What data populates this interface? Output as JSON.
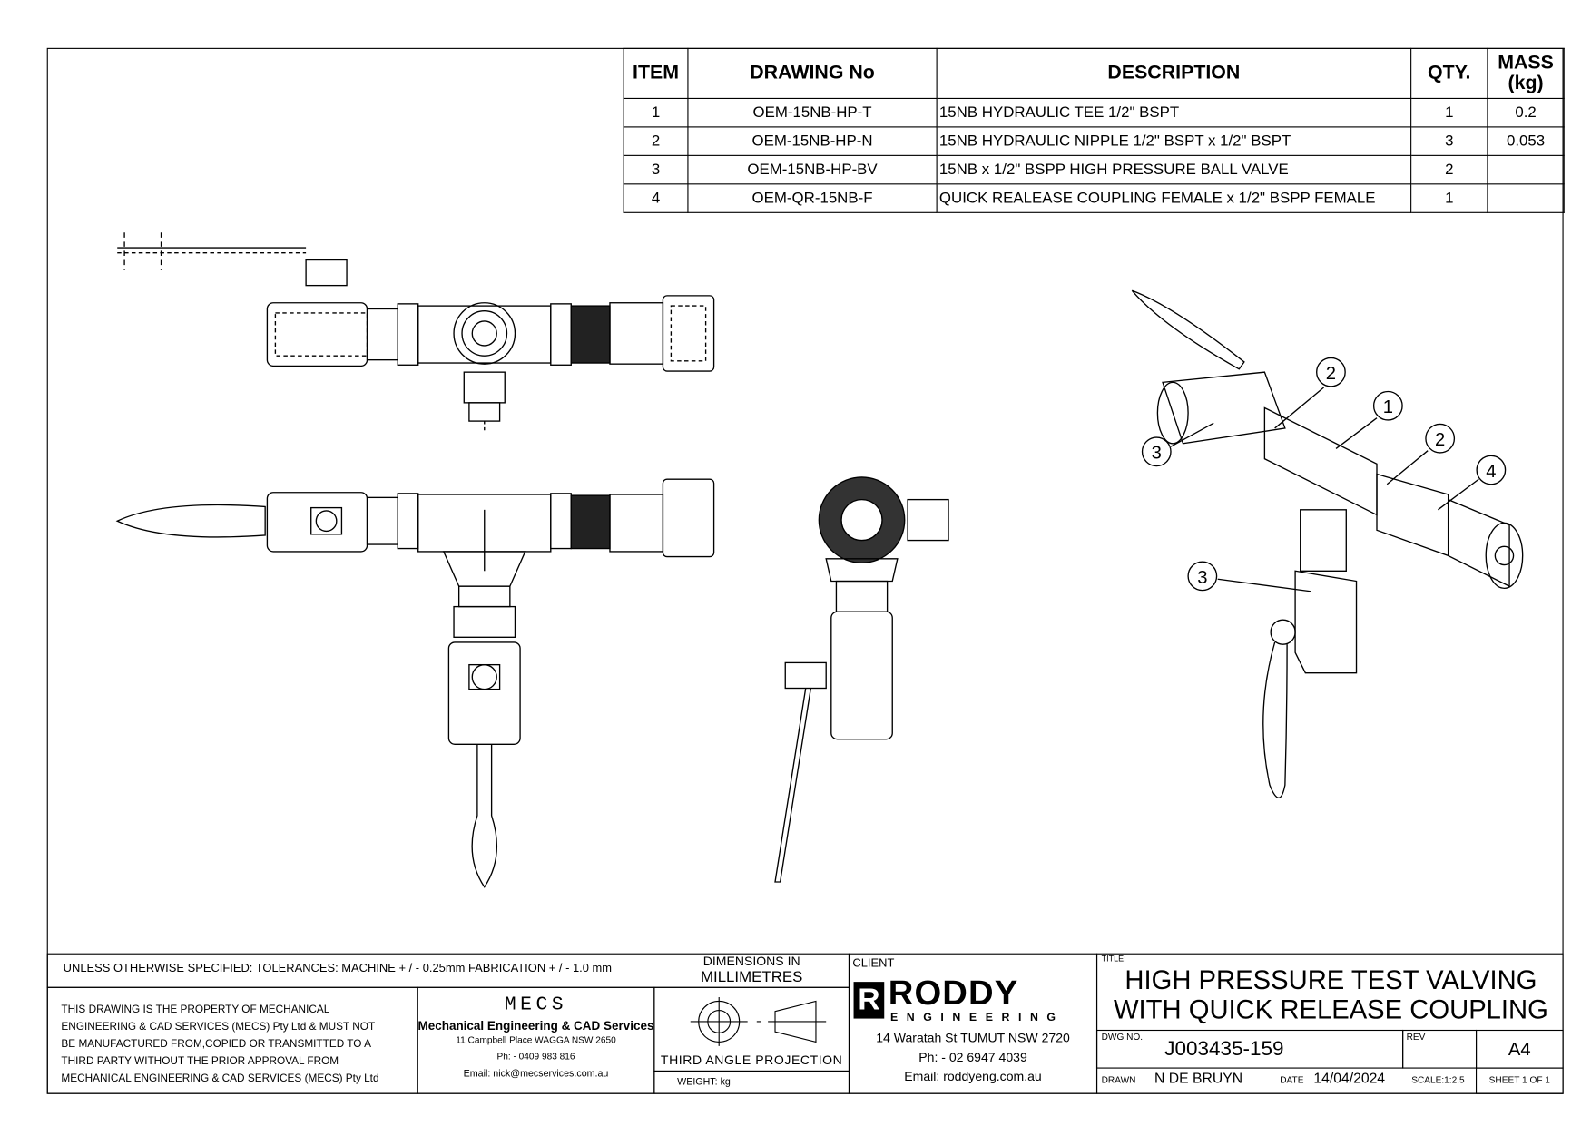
{
  "bom": {
    "headers": {
      "item": "ITEM",
      "drawing_no": "DRAWING No",
      "description": "DESCRIPTION",
      "qty": "QTY.",
      "mass": "MASS (kg)"
    },
    "rows": [
      {
        "item": "1",
        "drawing_no": "OEM-15NB-HP-T",
        "description": "15NB HYDRAULIC TEE 1/2\" BSPT",
        "qty": "1",
        "mass": "0.2"
      },
      {
        "item": "2",
        "drawing_no": "OEM-15NB-HP-N",
        "description": "15NB HYDRAULIC NIPPLE 1/2\" BSPT x 1/2\" BSPT",
        "qty": "3",
        "mass": "0.053"
      },
      {
        "item": "3",
        "drawing_no": "OEM-15NB-HP-BV",
        "description": "15NB x 1/2\" BSPP HIGH PRESSURE BALL VALVE",
        "qty": "2",
        "mass": ""
      },
      {
        "item": "4",
        "drawing_no": "OEM-QR-15NB-F",
        "description": "QUICK REALEASE COUPLING FEMALE x 1/2\" BSPP FEMALE",
        "qty": "1",
        "mass": ""
      }
    ]
  },
  "balloons": [
    "3",
    "2",
    "1",
    "2",
    "4",
    "3"
  ],
  "title_block": {
    "tolerances": "UNLESS OTHERWISE SPECIFIED: TOLERANCES: MACHINE + / - 0.25mm  FABRICATION + / - 1.0 mm",
    "dimensions_line1": "DIMENSIONS IN",
    "dimensions_line2": "MILLIMETRES",
    "property_notice": [
      "THIS DRAWING IS THE PROPERTY OF MECHANICAL",
      "ENGINEERING & CAD SERVICES (MECS) Pty Ltd & MUST NOT",
      "BE MANUFACTURED FROM,COPIED OR TRANSMITTED TO A",
      "THIRD PARTY WITHOUT THE PRIOR APPROVAL FROM",
      "MECHANICAL ENGINEERING & CAD SERVICES (MECS) Pty Ltd"
    ],
    "mecs": {
      "logo": "MECS",
      "name": "Mechanical Engineering & CAD Services",
      "address": "11 Campbell Place WAGGA NSW 2650",
      "phone": "Ph: - 0409 983 816",
      "email": "Email: nick@mecservices.com.au"
    },
    "projection": "THIRD ANGLE PROJECTION",
    "weight": "WEIGHT: kg",
    "client_label": "CLIENT",
    "client": {
      "logo_main": "RODDY",
      "logo_sub": "ENGINEERING",
      "address": "14 Waratah St TUMUT NSW 2720",
      "phone": "Ph: - 02 6947 4039",
      "email": "Email: roddyeng.com.au"
    },
    "title_label": "TITLE:",
    "title_line1": "HIGH PRESSURE TEST VALVING",
    "title_line2": "WITH QUICK RELEASE COUPLING",
    "dwg_no_label": "DWG NO.",
    "dwg_no": "J003435-159",
    "rev_label": "REV",
    "size": "A4",
    "drawn_label": "DRAWN",
    "drawn_by": "N DE BRUYN",
    "date_label": "DATE",
    "date": "14/04/2024",
    "scale": "SCALE:1:2.5",
    "sheet": "SHEET 1 OF 1"
  }
}
